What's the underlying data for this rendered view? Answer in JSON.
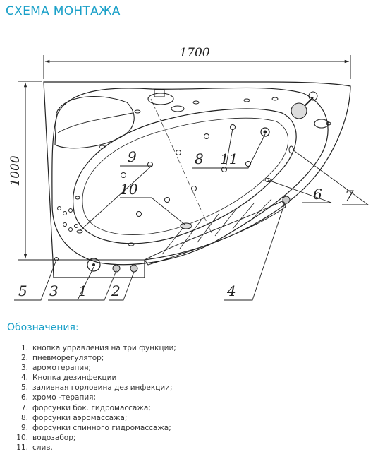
{
  "title": "СХЕМА МОНТАЖА",
  "dimensions": {
    "width": "1700",
    "height": "1000"
  },
  "callouts": [
    "1",
    "2",
    "3",
    "4",
    "5",
    "6",
    "7",
    "8",
    "9",
    "10",
    "11"
  ],
  "legend_title": "Обозначения:",
  "legend": [
    {
      "n": "1.",
      "text": "кнопка управления на три функции;"
    },
    {
      "n": "2.",
      "text": "пневморегулятор;"
    },
    {
      "n": "3.",
      "text": "аромотерапия;"
    },
    {
      "n": "4.",
      "text": "Кнопка дезинфекции"
    },
    {
      "n": "5.",
      "text": "заливная горловина дез инфекции;"
    },
    {
      "n": "6.",
      "text": "хромо -терапия;"
    },
    {
      "n": "7.",
      "text": "форсунки бок. гидромассажа;"
    },
    {
      "n": "8.",
      "text": "форсунки аэромассажа;"
    },
    {
      "n": "9.",
      "text": "форсунки спинного гидромассажа;"
    },
    {
      "n": "10.",
      "text": "водозабор;"
    },
    {
      "n": "11.",
      "text": "слив."
    }
  ],
  "colors": {
    "accent": "#1aa0c8",
    "line": "#222222"
  }
}
